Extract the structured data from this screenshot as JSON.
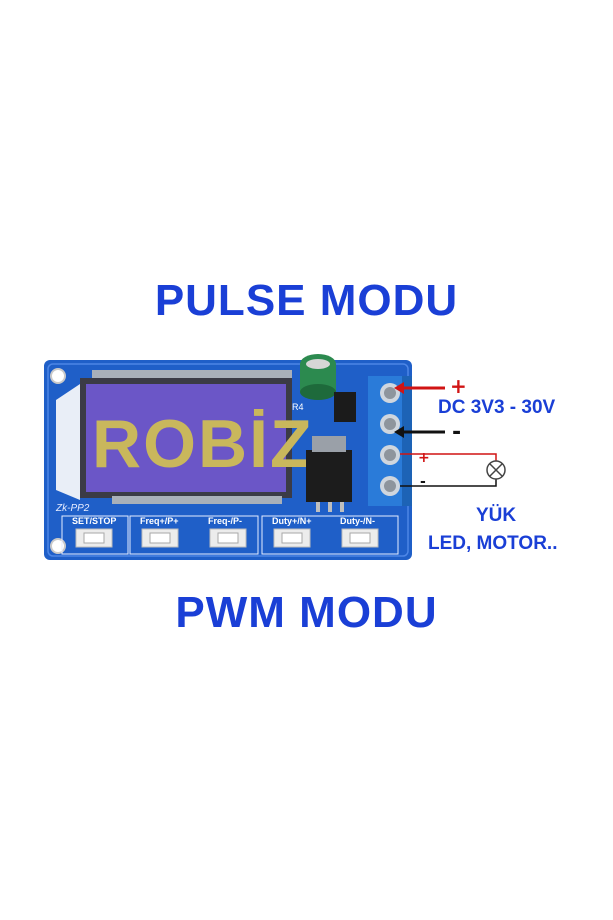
{
  "heading_top": "PULSE MODU",
  "heading_bottom": "PWM MODU",
  "lcd_logo": "ROBİZ",
  "board": {
    "model": "Zk-PP2",
    "component_label": "R4",
    "buttons": [
      {
        "label": "SET/STOP"
      },
      {
        "label": "Freq+/P+"
      },
      {
        "label": "Freq-/P-"
      },
      {
        "label": "Duty+/N+"
      },
      {
        "label": "Duty-/N-"
      }
    ]
  },
  "wiring": {
    "supply_label": "DC 3V3 - 30V",
    "supply_plus": "+",
    "supply_minus": "-",
    "load_plus": "+",
    "load_minus": "-",
    "load_title": "YÜK",
    "load_subtitle": "LED, MOTOR..",
    "lamp_icon": "lamp-icon"
  },
  "colors": {
    "heading": "#1a3fd6",
    "pcb": "#1f5fc8",
    "lcd": "#6b56c7",
    "positive_wire": "#d11414",
    "negative_wire": "#111111"
  }
}
